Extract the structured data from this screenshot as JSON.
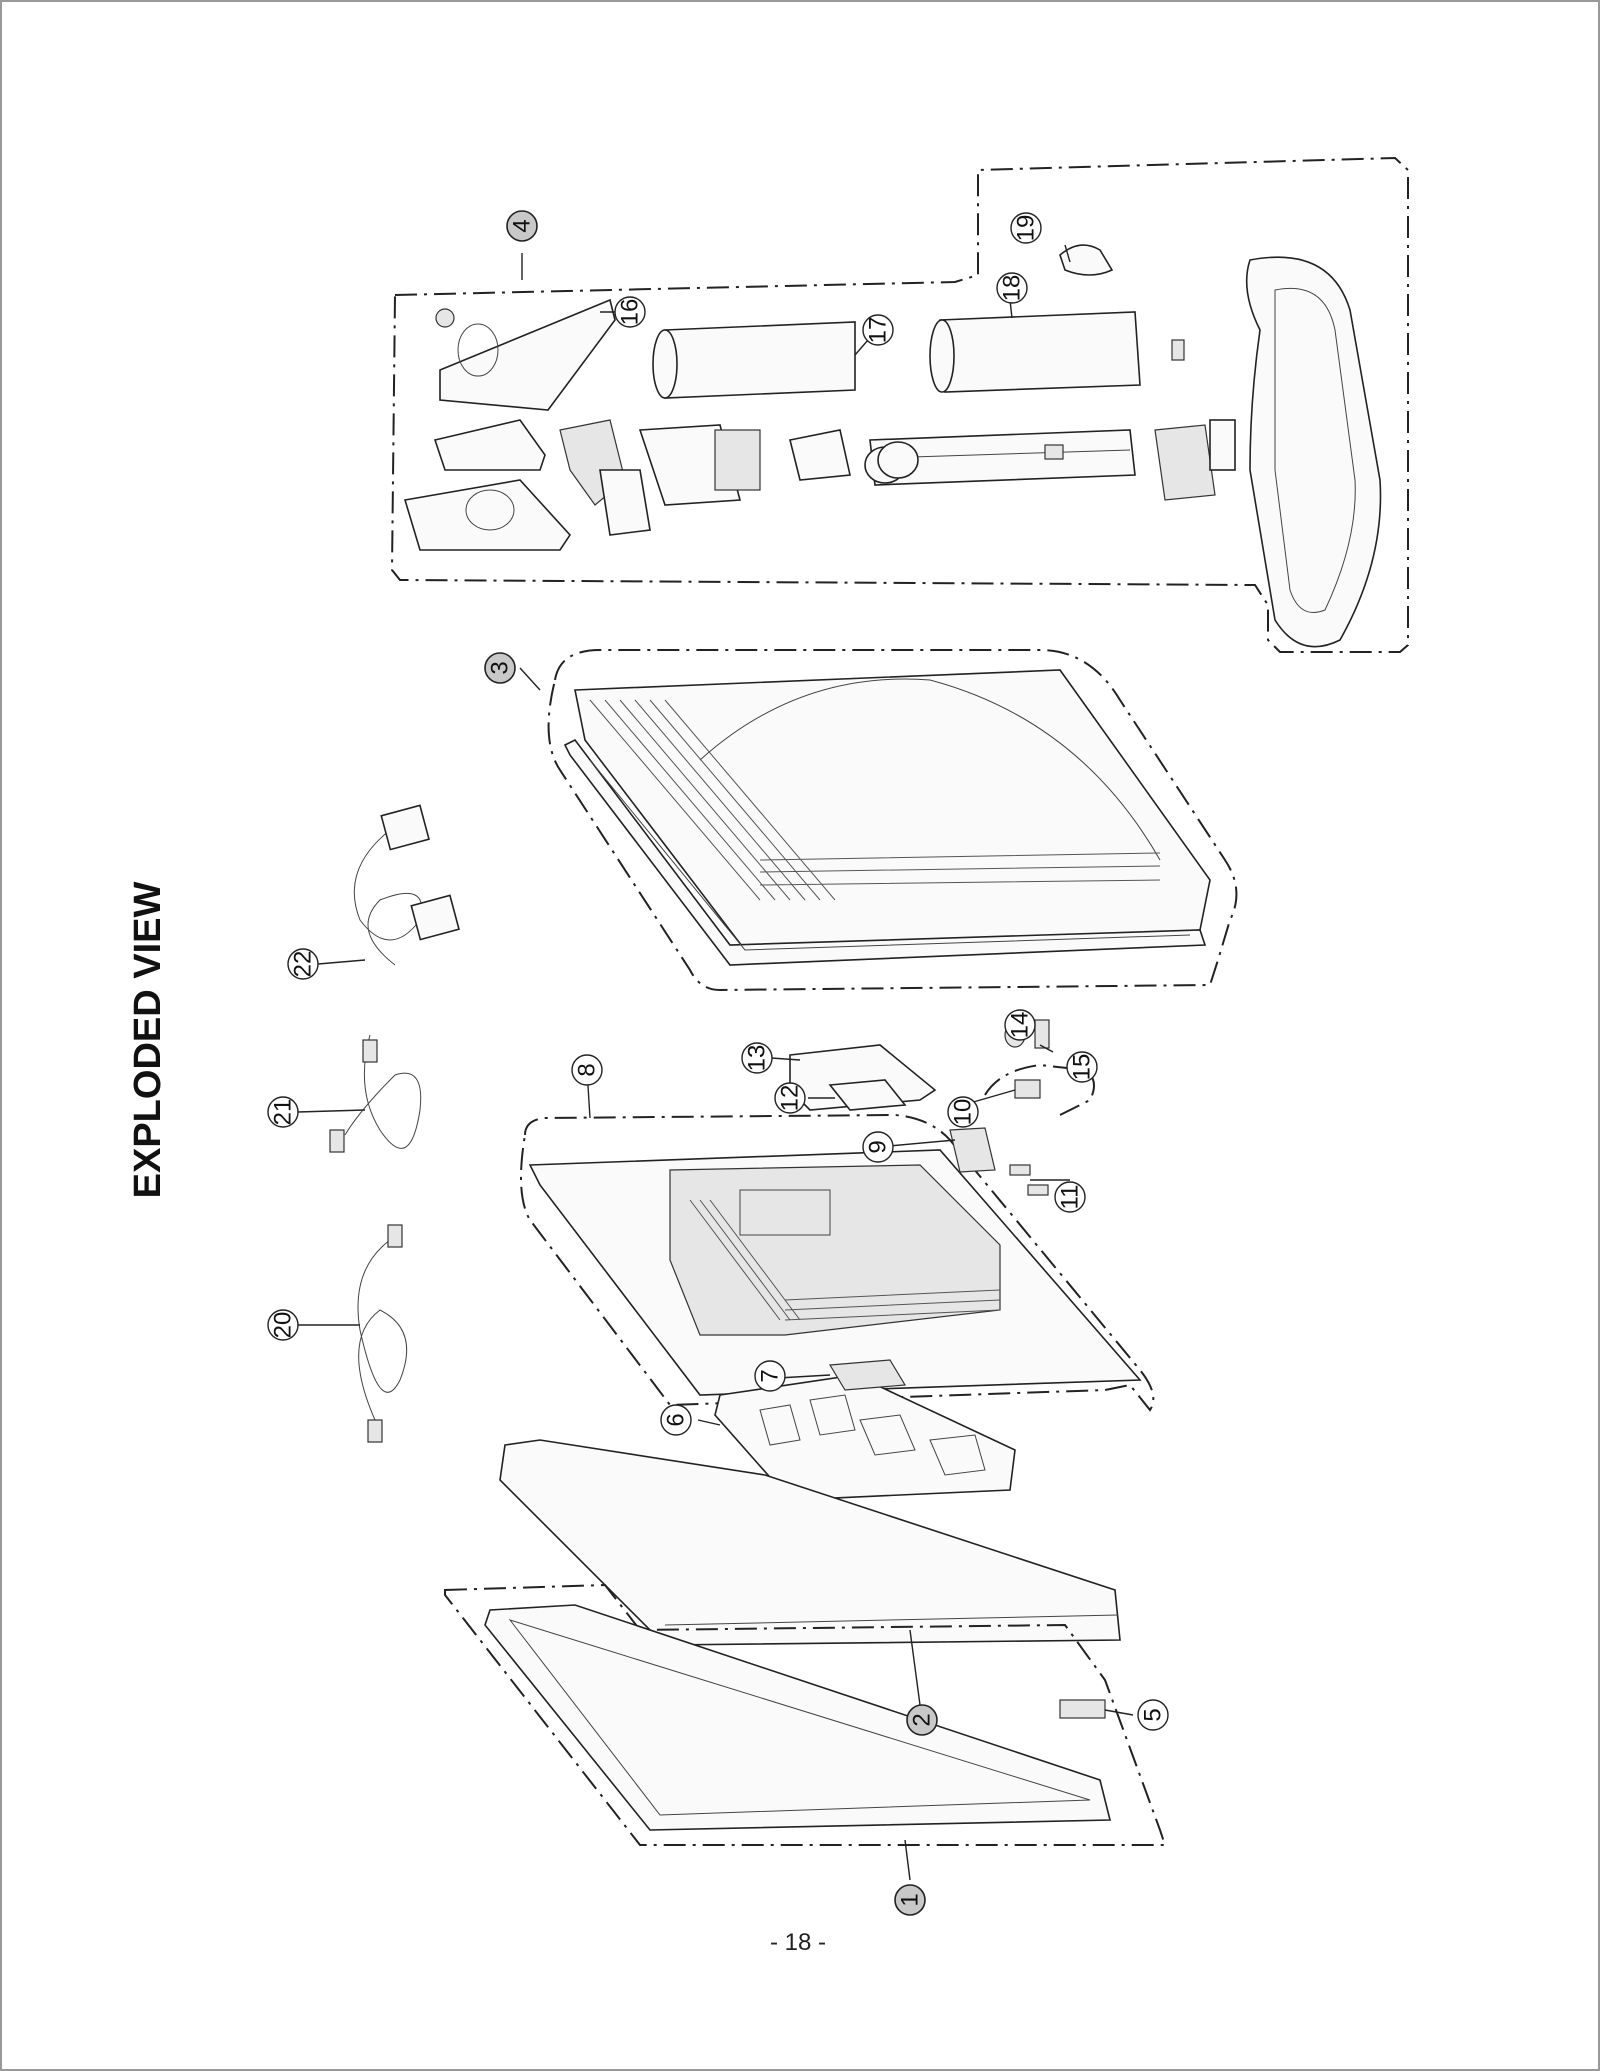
{
  "header": {
    "title": "EXPLODED VIEW"
  },
  "footer": {
    "page_number": "- 18 -"
  },
  "callouts": [
    {
      "id": "1",
      "label": "1",
      "style": "filled"
    },
    {
      "id": "2",
      "label": "2",
      "style": "filled"
    },
    {
      "id": "3",
      "label": "3",
      "style": "filled"
    },
    {
      "id": "4",
      "label": "4",
      "style": "filled"
    },
    {
      "id": "5",
      "label": "5",
      "style": "outline"
    },
    {
      "id": "6",
      "label": "6",
      "style": "outline"
    },
    {
      "id": "7",
      "label": "7",
      "style": "outline"
    },
    {
      "id": "8",
      "label": "8",
      "style": "outline"
    },
    {
      "id": "9",
      "label": "9",
      "style": "outline"
    },
    {
      "id": "10",
      "label": "10",
      "style": "outline"
    },
    {
      "id": "11",
      "label": "11",
      "style": "outline"
    },
    {
      "id": "12",
      "label": "12",
      "style": "outline"
    },
    {
      "id": "13",
      "label": "13",
      "style": "outline"
    },
    {
      "id": "14",
      "label": "14",
      "style": "outline"
    },
    {
      "id": "15",
      "label": "15",
      "style": "outline"
    },
    {
      "id": "16",
      "label": "16",
      "style": "outline"
    },
    {
      "id": "17",
      "label": "17",
      "style": "outline"
    },
    {
      "id": "18",
      "label": "18",
      "style": "outline"
    },
    {
      "id": "19",
      "label": "19",
      "style": "outline"
    },
    {
      "id": "20",
      "label": "20",
      "style": "outline"
    },
    {
      "id": "21",
      "label": "21",
      "style": "outline"
    },
    {
      "id": "22",
      "label": "22",
      "style": "outline"
    }
  ],
  "colors": {
    "line": "#222222",
    "callout_fill": "#c8c8c8",
    "background": "#ffffff"
  }
}
